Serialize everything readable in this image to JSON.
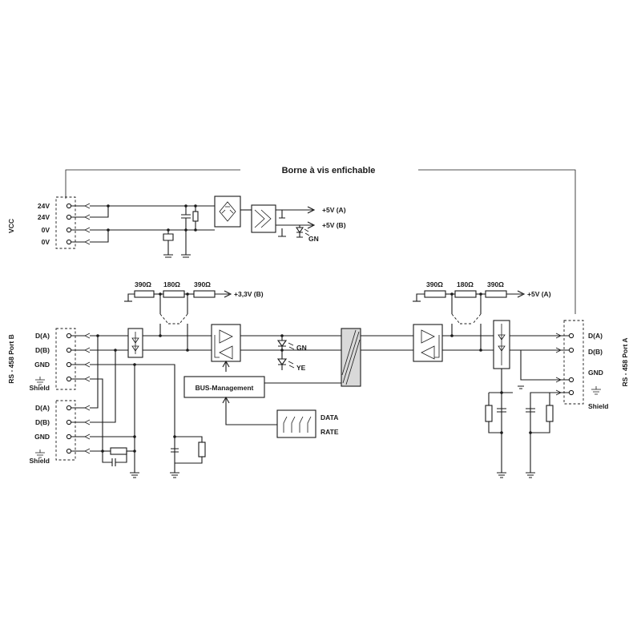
{
  "title": "Borne à vis enfichable",
  "vcc": {
    "side_label": "VCC",
    "terminals": [
      "24V",
      "24V",
      "0V",
      "0V"
    ],
    "out_a": "+5V  (A)",
    "out_b": "+5V  (B)",
    "led": "GN"
  },
  "port_b": {
    "side_label": "RS - 458 Port B",
    "group1": [
      "D(A)",
      "D(B)",
      "GND",
      "Shield"
    ],
    "group2": [
      "D(A)",
      "D(B)",
      "GND",
      "Shield"
    ],
    "resistors": [
      "390Ω",
      "180Ω",
      "390Ω"
    ],
    "supply": "+3,3V  (B)"
  },
  "port_a": {
    "side_label": "RS - 458 Port A",
    "terminals": [
      "D(A)",
      "D(B)",
      "GND",
      "Shield"
    ],
    "resistors": [
      "390Ω",
      "180Ω",
      "390Ω"
    ],
    "supply": "+5V  (A)"
  },
  "leds": [
    "GN",
    "YE"
  ],
  "bus_management": "BUS-Management",
  "data_rate": [
    "DATA",
    "RATE"
  ]
}
